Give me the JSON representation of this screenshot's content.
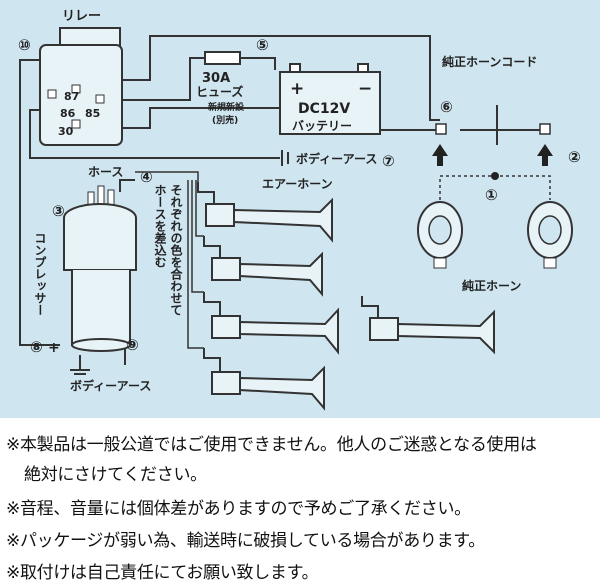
{
  "diagram": {
    "labels": {
      "relay": "リレー",
      "fuse_rating": "30A",
      "fuse": "ヒューズ",
      "new_install": "新規新設",
      "sold_separately": "(別売)",
      "battery_voltage": "DC12V",
      "battery": "バッテリー",
      "battery_plus": "+",
      "battery_minus": "−",
      "stock_horn_cord": "純正ホーンコード",
      "body_earth_top": "ボディーアース",
      "hose": "ホース",
      "compressor": "コンプレッサー",
      "color_match_1": "それぞれの色を合わせて",
      "color_match_2": "ホースを差込む",
      "air_horn": "エアーホーン",
      "stock_horn": "純正ホーン",
      "body_earth_bottom": "ボディーアース",
      "plus_sign": "+",
      "relay_pin_87": "87",
      "relay_pin_86": "86",
      "relay_pin_85": "85",
      "relay_pin_30": "30"
    },
    "numbers": {
      "n1": "①",
      "n2": "②",
      "n3": "③",
      "n4": "④",
      "n5": "⑤",
      "n6": "⑥",
      "n7": "⑦",
      "n8": "⑧",
      "n9": "⑨",
      "n10": "⑩"
    }
  },
  "notes": [
    "※本製品は一般公道ではご使用できません。他人のご迷惑となる使用は",
    "絶対にさけてください。",
    "※音程、音量には個体差がありますので予めご了承ください。",
    "※パッケージが弱い為、輸送時に破損している場合があります。",
    "※取付けは自己責任にてお願い致します。"
  ]
}
